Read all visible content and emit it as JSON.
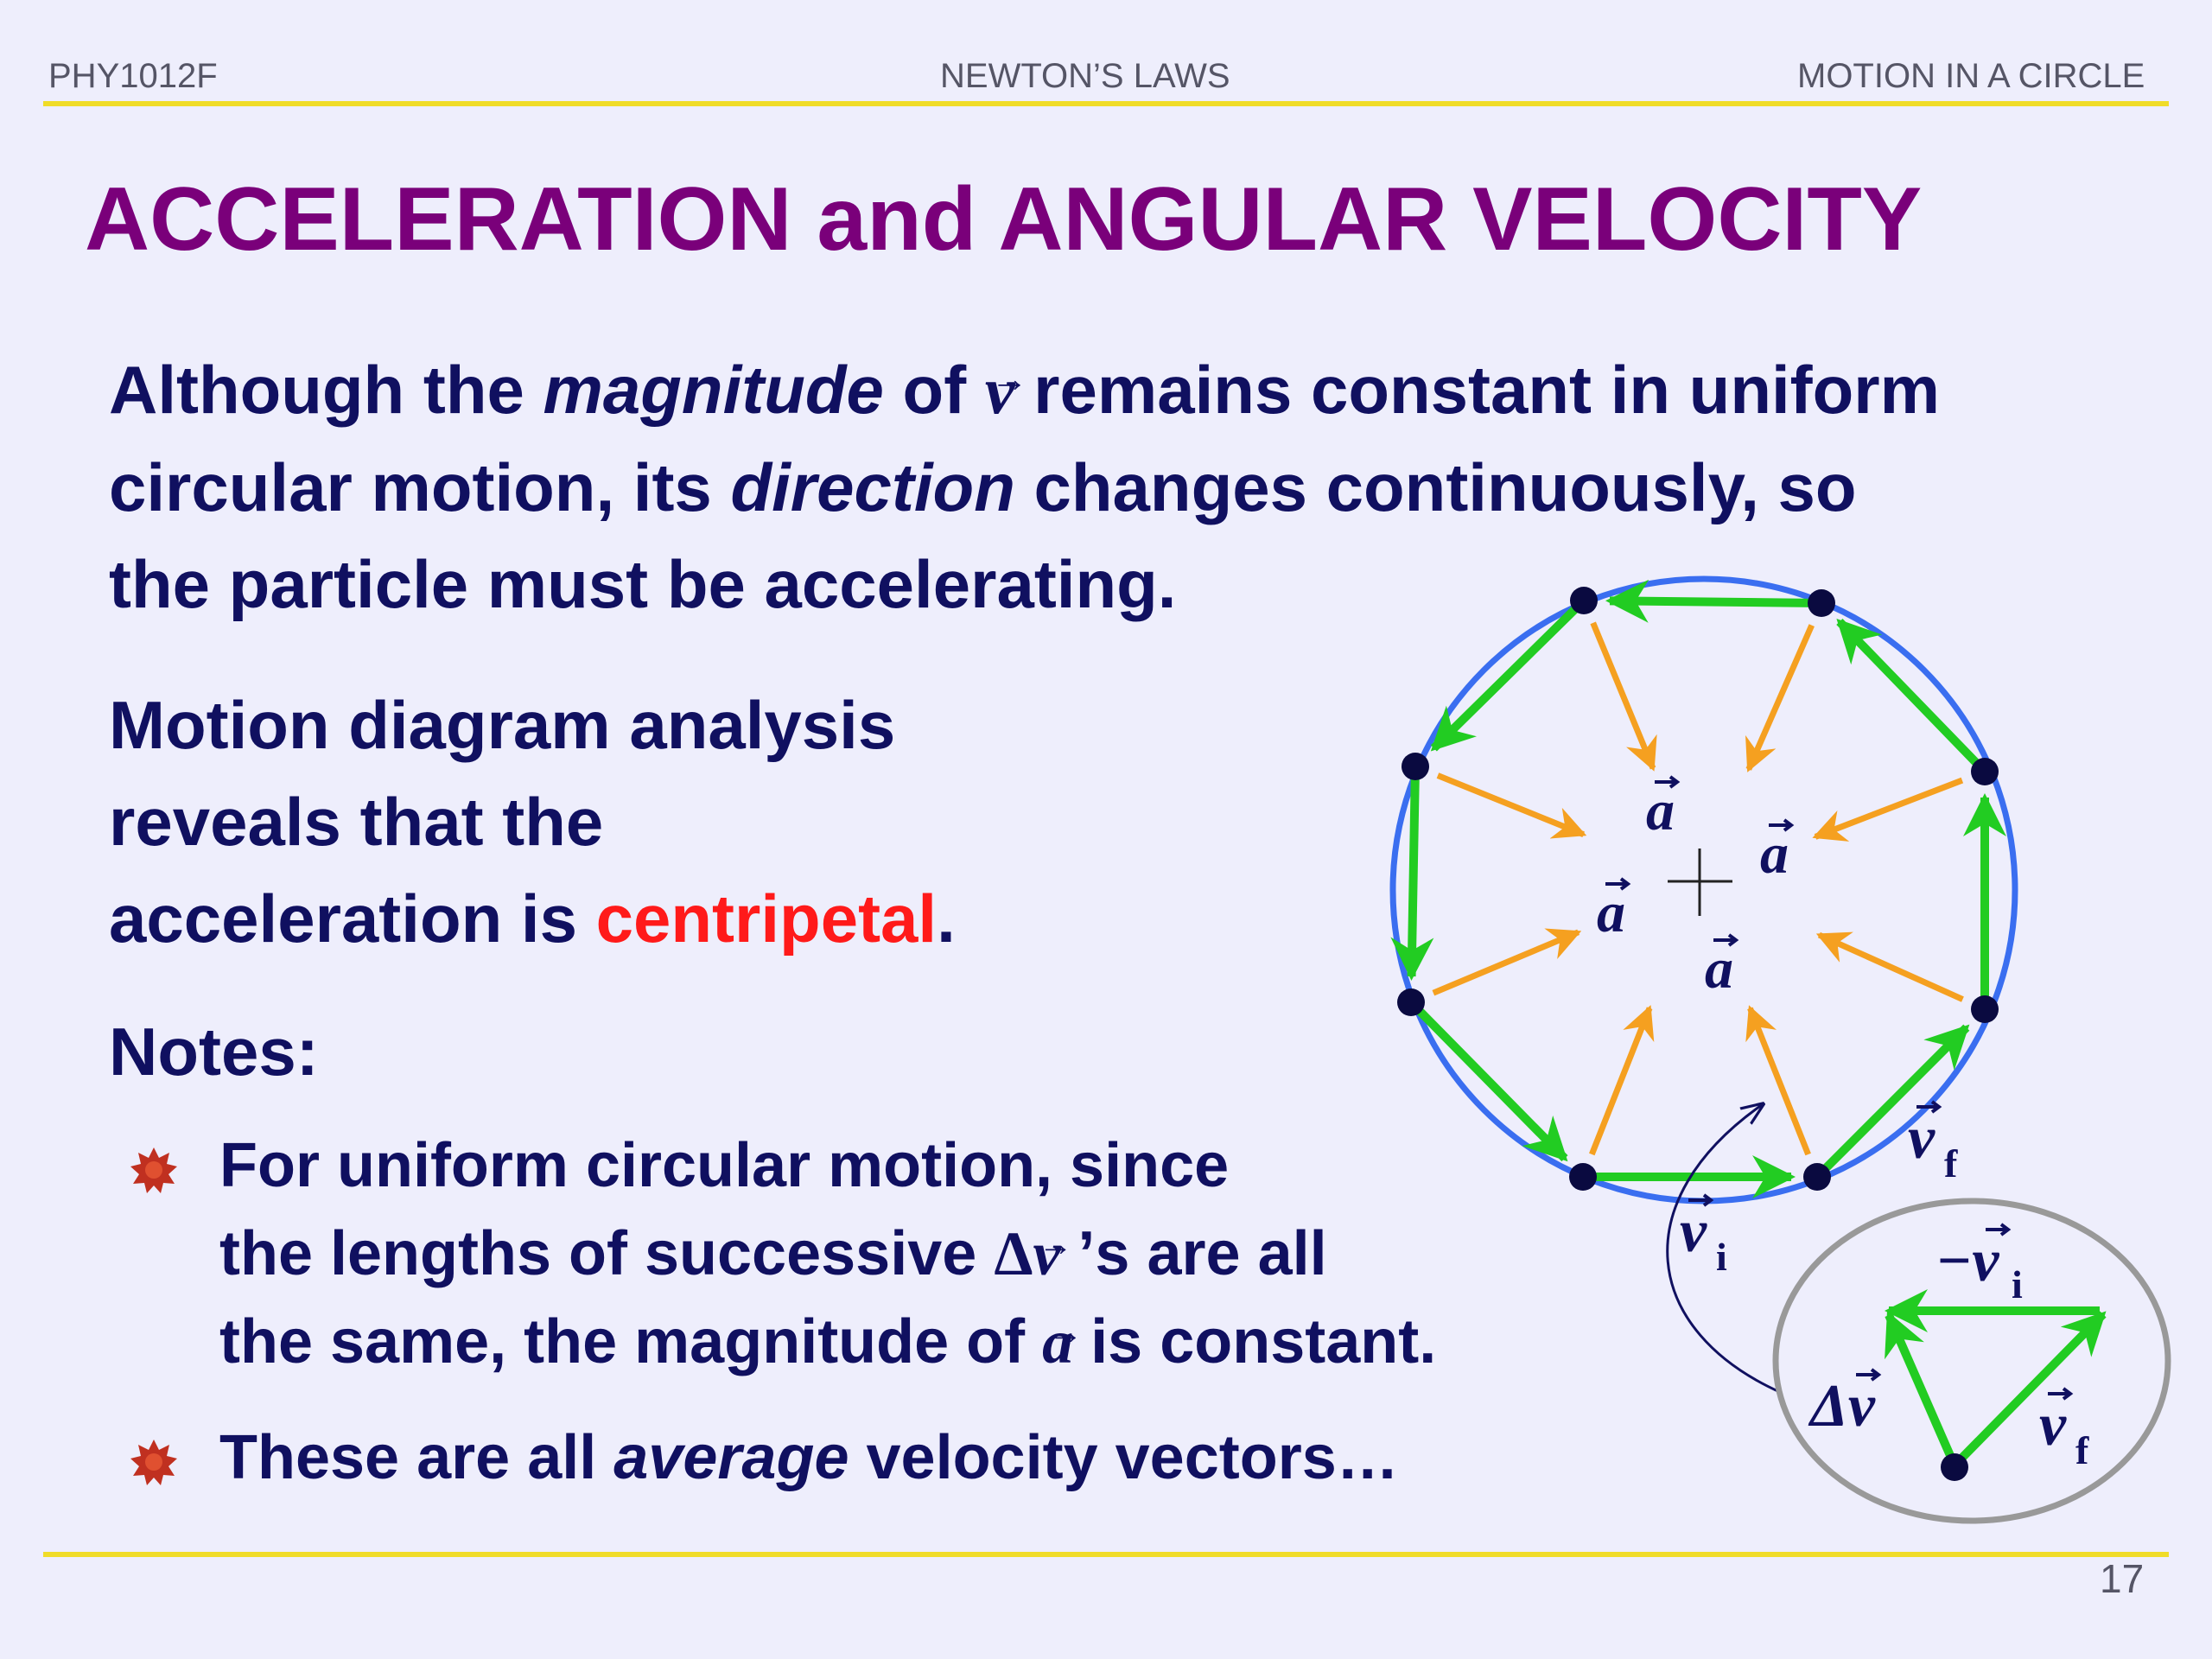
{
  "header": {
    "course": "PHY1012F",
    "section": "NEWTON’S LAWS",
    "topic": "MOTION IN A CIRCLE"
  },
  "title": "ACCELERATION and ANGULAR VELOCITY",
  "paragraph1": {
    "t1": "Although the ",
    "t2": "magnitude",
    "t3": " of ",
    "v": "v",
    "t4": " remains constant in uniform",
    "t5": "circular motion, its ",
    "t6": "direction",
    "t7": " changes continuously, so",
    "t8": "the particle must be accelerating."
  },
  "paragraph2": {
    "l1": "Motion diagram analysis",
    "l2": "reveals that the",
    "l3a": "acceleration is ",
    "l3b": "centripetal",
    "l3c": "."
  },
  "notes_heading": "Notes:",
  "bullets": {
    "b1l1": "For uniform circular motion, since",
    "b1l2a": "the lengths of successive ",
    "b1delta": "Δ",
    "b1v": "v",
    "b1l2b": " ’s are all",
    "b1l3a": "the same, the magnitude of ",
    "b1a": "a",
    "b1l3b": " is constant.",
    "b2a": "These are all ",
    "b2b": "average",
    "b2c": " velocity vectors…"
  },
  "diagram": {
    "accel_label": "a",
    "vf_label": "v",
    "vf_sub": "f",
    "vi_label": "v",
    "vi_sub": "i",
    "neg_vi_label": "−v",
    "delta_v_label": "Δv"
  },
  "colors": {
    "background": "#eeeefc",
    "title": "#7a007a",
    "body_text": "#101060",
    "highlight": "#ff1a1a",
    "rule": "#f0dc28",
    "circle": "#3a6ef0",
    "velocity_arrows": "#22cc22",
    "acceleration_arrows": "#f5a020",
    "points": "#0a0a40",
    "inset_border": "#999999"
  },
  "bullet_icon": "starburst-bullet-icon",
  "page_number": "17"
}
